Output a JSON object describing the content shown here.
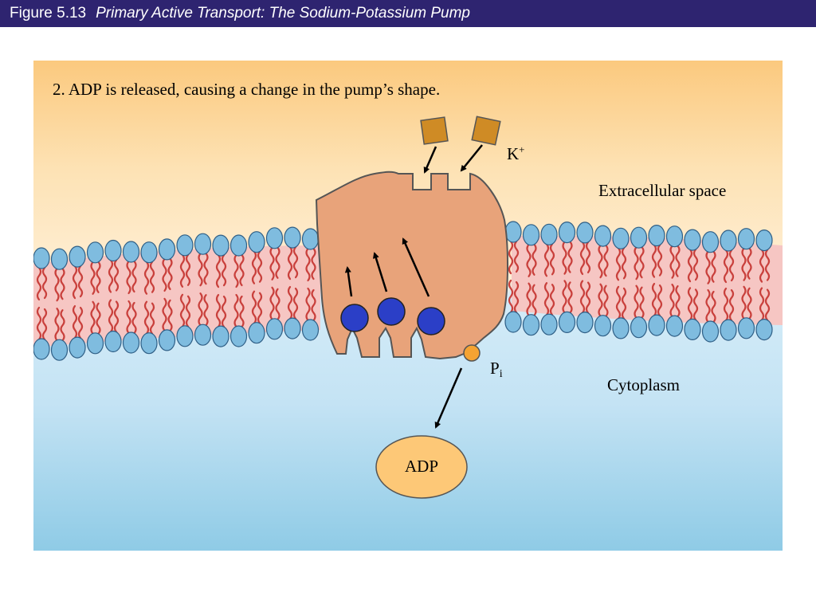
{
  "header": {
    "figure_number": "Figure 5.13",
    "figure_title": "Primary Active Transport: The Sodium-Potassium Pump"
  },
  "diagram": {
    "step_caption": "2. ADP is released, causing a change in the pump’s shape.",
    "potassium_label": "K",
    "potassium_charge": "+",
    "extracellular_label": "Extracellular space",
    "phosphate_label": "P",
    "phosphate_subscript": "i",
    "cytoplasm_label": "Cytoplasm",
    "adp_label": "ADP"
  },
  "colors": {
    "title_bar": "#2e2470",
    "pump": "#e8a37a",
    "sodium_ion": "#2b3fc7",
    "potassium_ion": "#cf8b25",
    "phosphate": "#f5a332",
    "adp": "#fdc877",
    "lipid_head": "#7fbcdf",
    "lipid_tail": "#c9403c"
  }
}
